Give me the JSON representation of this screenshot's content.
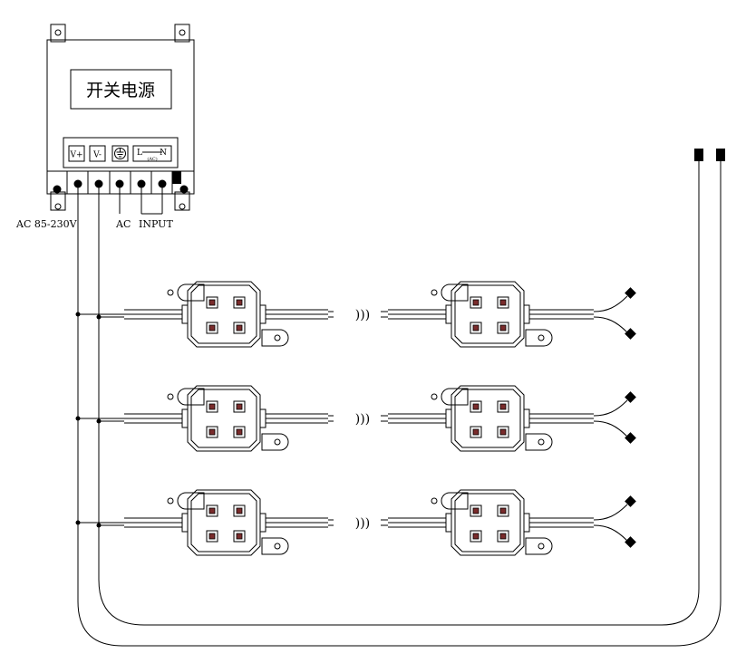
{
  "power_supply": {
    "title": "开关电源",
    "terminals": {
      "v_plus": "V+",
      "v_minus": "V-",
      "ground": "⏚",
      "l": "L",
      "n": "N",
      "ac_small": "(AC)"
    }
  },
  "labels": {
    "ac_range": "AC 85-230V",
    "ac": "AC",
    "input": "INPUT"
  },
  "continuation_symbol": ")))",
  "module_rows": 3,
  "modules_per_row": 2,
  "leds_per_module": 4
}
